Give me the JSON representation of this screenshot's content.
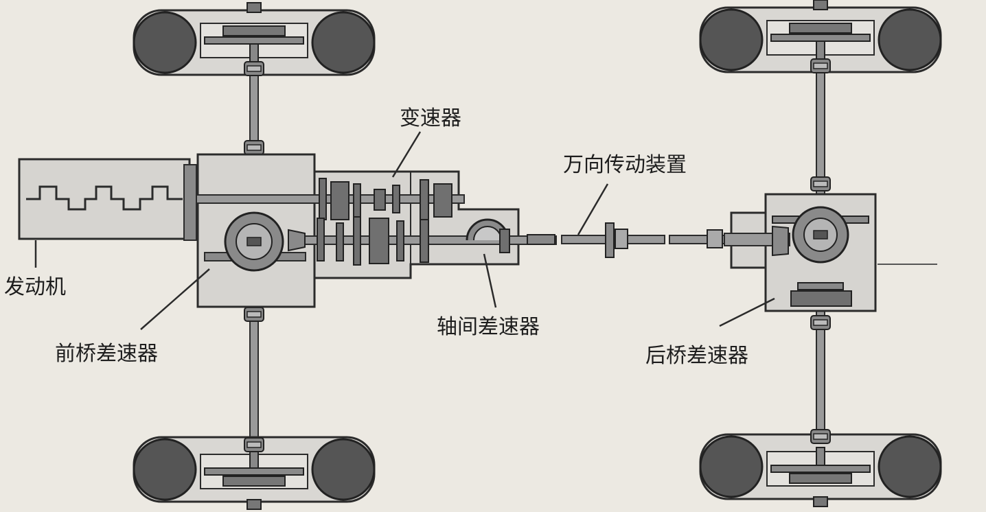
{
  "labels": {
    "engine": "发动机",
    "transmission": "变速器",
    "front_differential": "前桥差速器",
    "universal_joint": "万向传动装置",
    "interaxle_differential": "轴间差速器",
    "rear_differential": "后桥差速器"
  },
  "colors": {
    "background": "#ece9e2",
    "housing_fill": "#d6d4d0",
    "stroke": "#2b2b2b",
    "tire": "#555555",
    "gear": "#707070"
  }
}
